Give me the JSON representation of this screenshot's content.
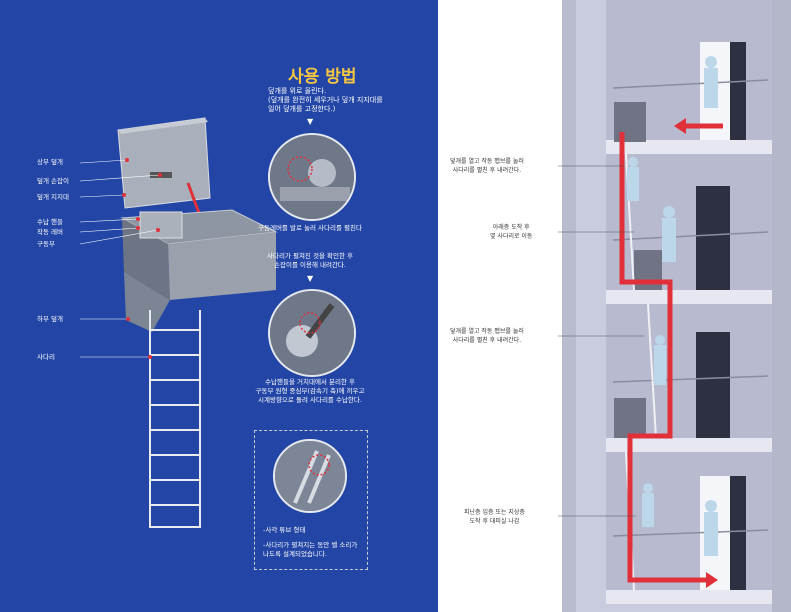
{
  "title": "사용 방법",
  "colors": {
    "panel_bg": "#2346a6",
    "title": "#f4c542",
    "accent_red": "#e0303a"
  },
  "left_labels": [
    "상부 덮개",
    "덮개 손잡이",
    "덮개 지지대",
    "수납 핸들",
    "작동 레버",
    "구동부",
    "하부 덮개",
    "사다리"
  ],
  "steps": {
    "step1": "덮개를 위로 올린다.\n(덮개를 완전히 세우거나 덮개 지지대를\n일어 덮개를 고정한다.)",
    "step2": "구동레버를 발로 눌러 사다리를 펼친다",
    "step3": "사다리가 펼쳐진 것을 확인한 후\n손잡이를 이용해 내려간다.",
    "step4": "수납핸들을 거치대에서 분리한 후\n구동부 원형 중심부(감속기 축)에 끼우고\n시계방향으로 돌려 사다리를 수납한다.",
    "note1": "-사각 튜브 형태",
    "note2": "-사다리가 펼쳐지는 동안 벨 소리가\n나도록 설계되었습니다."
  },
  "right_labels": {
    "r1": "덮개를 열고 작동 펩브를 눌러\n사다리를 펼친 후 내려간다.",
    "r2": "아래층 도착 후\n옆 사다리로 이동",
    "r3": "덮개를 열고 작동 펩브를 눌러\n사다리를 펼친 후 내려간다.",
    "r4": "피난층 입층 또는 지상층\n도착 후 대피실 나감"
  },
  "icons": {
    "down_arrow": "▼"
  }
}
